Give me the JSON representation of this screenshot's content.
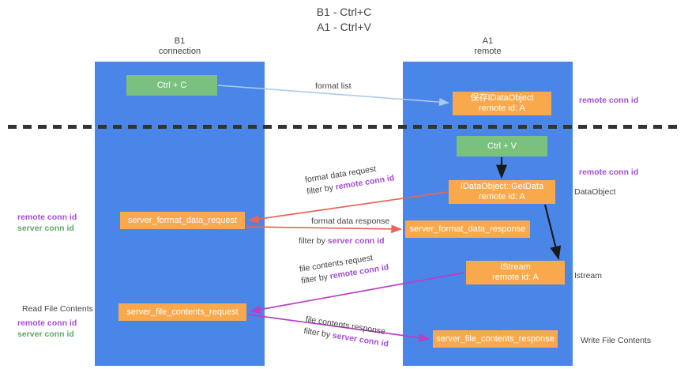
{
  "title": {
    "line1": "B1 - Ctrl+C",
    "line2": "A1 - Ctrl+V"
  },
  "lanes": [
    {
      "id": "b1",
      "name": "B1",
      "role": "connection",
      "color": "#4a86e8"
    },
    {
      "id": "a1",
      "name": "A1",
      "role": "remote",
      "color": "#4a86e8"
    }
  ],
  "nodes": {
    "ctrl_c": {
      "label": "Ctrl + C",
      "color": "#7ac17f"
    },
    "ctrl_v": {
      "label": "Ctrl + V",
      "color": "#7ac17f"
    },
    "save_idataobject": {
      "line1": "保存IDataObject",
      "line2": "remote id: A",
      "color": "#f9a94c"
    },
    "idataobject_getdata": {
      "line1": "IDataObject::GetData",
      "line2": "remote id: A",
      "color": "#f9a94c"
    },
    "istream": {
      "line1": "IStream",
      "line2": "remote id: A",
      "color": "#f9a94c"
    },
    "server_format_data_request": {
      "label": "server_format_data_request",
      "color": "#f9a94c"
    },
    "server_format_data_response": {
      "label": "server_format_data_response",
      "color": "#f9a94c"
    },
    "server_file_contents_request": {
      "label": "server_file_contents_request",
      "color": "#f9a94c"
    },
    "server_file_contents_response": {
      "label": "server_file_contents_response",
      "color": "#f9a94c"
    }
  },
  "edge_labels": {
    "format_list": "format list",
    "format_data_request": "format data request",
    "format_data_request_filter_prefix": "filter by ",
    "format_data_request_filter_key": "remote conn id",
    "format_data_response": "format data response",
    "format_data_response_filter_prefix": "filter by ",
    "format_data_response_filter_key": "server conn id",
    "file_contents_request": "file contents request",
    "file_contents_request_filter_prefix": "filter by ",
    "file_contents_request_filter_key": "remote conn id",
    "file_contents_response": "file contents response",
    "file_contents_response_filter_prefix": "filter by ",
    "file_contents_response_filter_key": "server conn id"
  },
  "annotations": {
    "right_remote_conn_id_top": "remote conn id",
    "right_remote_conn_id_mid": "remote conn id",
    "right_dataobject": "DataObject",
    "right_istream": "Istream",
    "right_write_file_contents": "Write File Contents",
    "left_remote_conn_id_1": "remote conn id",
    "left_server_conn_id_1": "server conn id",
    "left_read_file_contents": "Read File Contents",
    "left_remote_conn_id_2": "remote conn id",
    "left_server_conn_id_2": "server conn id"
  },
  "colors": {
    "lane": "#4a86e8",
    "orange": "#f9a94c",
    "green": "#7ac17f",
    "purple": "#a64dd1",
    "green_text": "#5fa86b",
    "red_arrow": "#e8645a",
    "magenta_arrow": "#b93fc4",
    "blue_arrow": "#a9cbee",
    "black_arrow": "#1a1a1a",
    "text": "#434343"
  }
}
